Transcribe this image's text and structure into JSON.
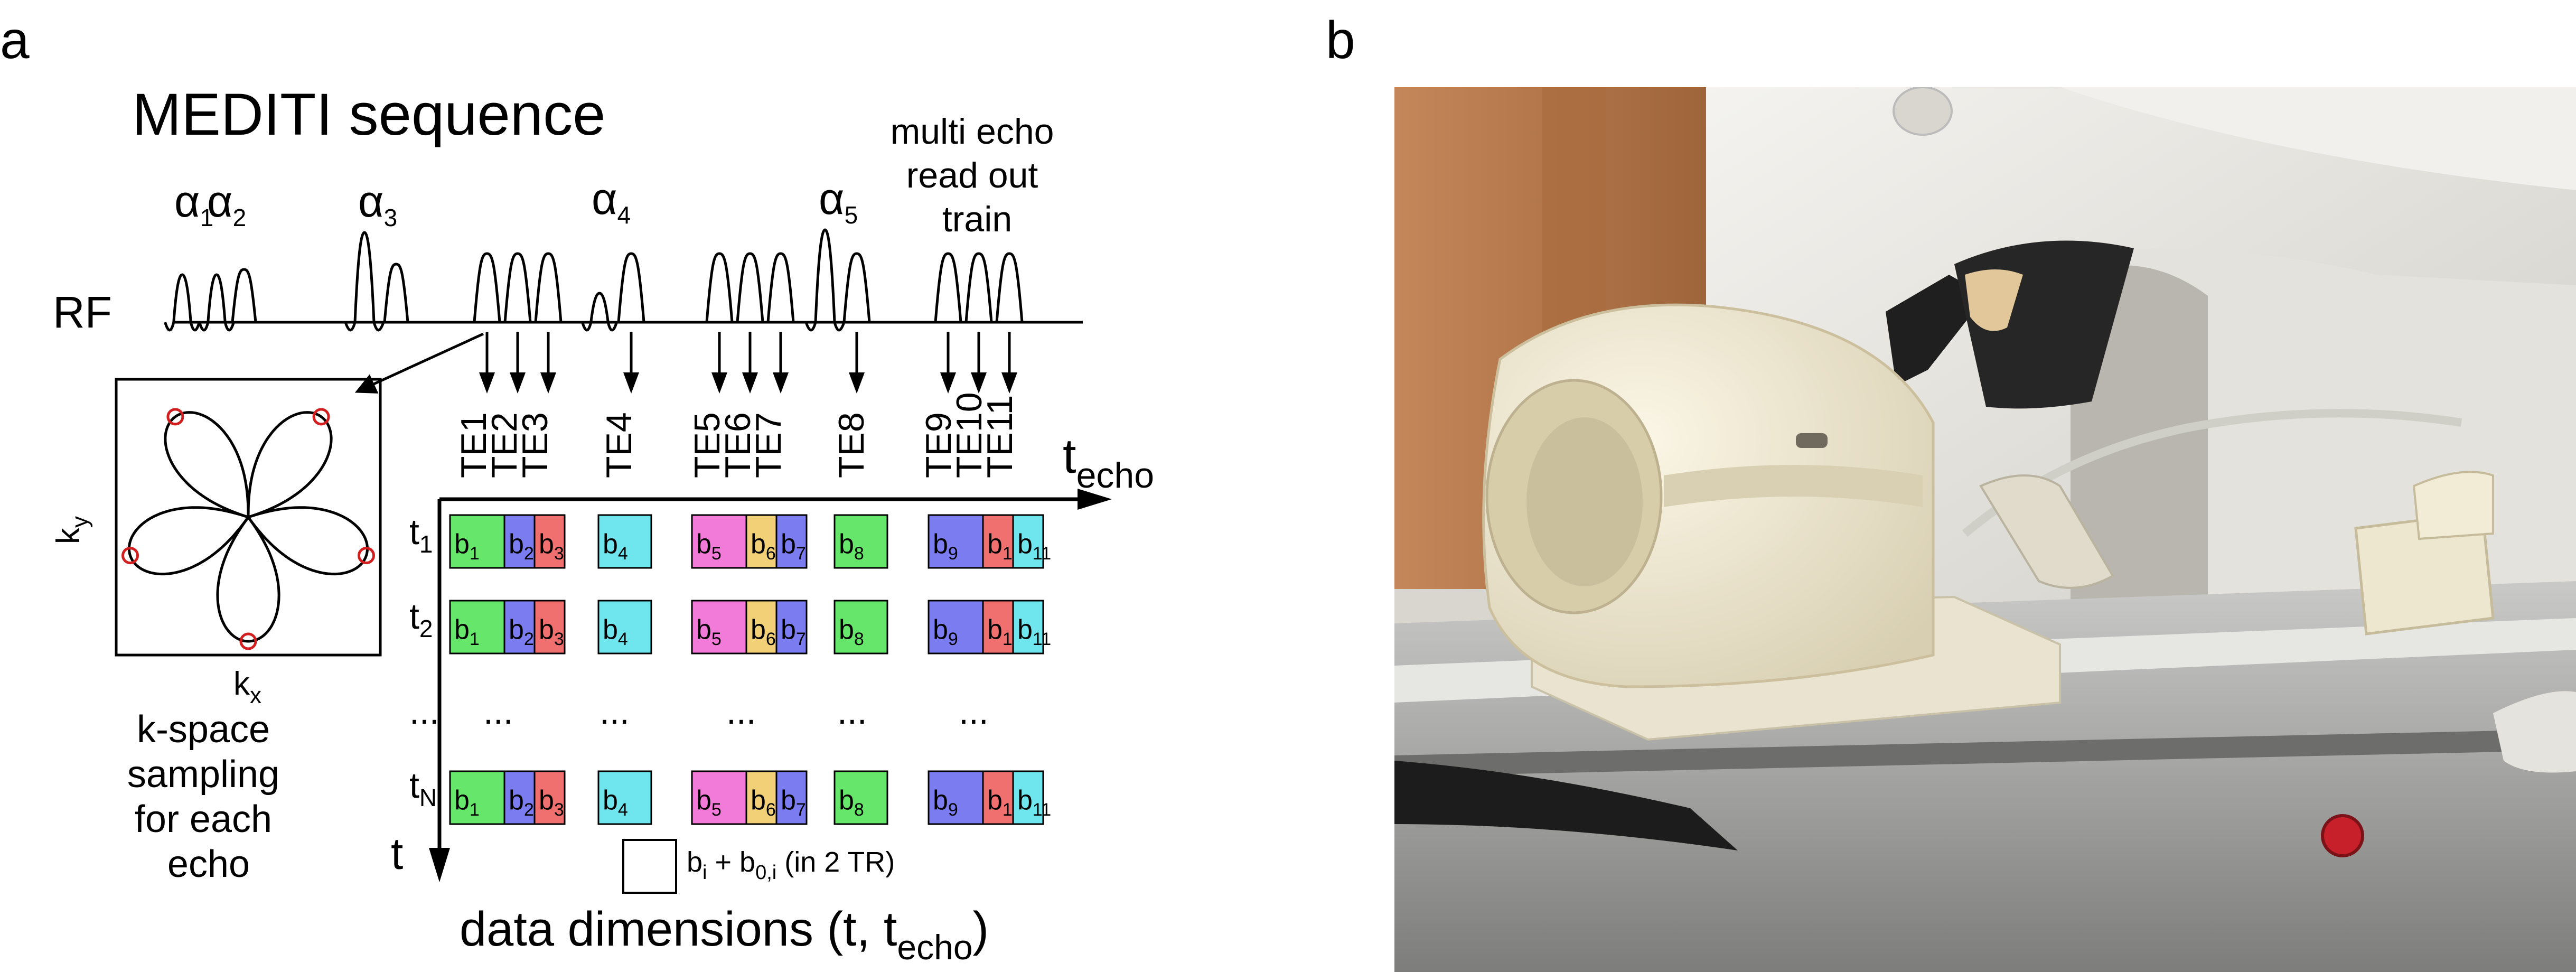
{
  "panel_a": {
    "letter": "a",
    "title": "MEDITI sequence",
    "rf_label": "RF",
    "alphas": [
      {
        "sym": "α",
        "sub": "1"
      },
      {
        "sym": "α",
        "sub": "2"
      },
      {
        "sym": "α",
        "sub": "3"
      },
      {
        "sym": "α",
        "sub": "4"
      },
      {
        "sym": "α",
        "sub": "5"
      }
    ],
    "readout_label": [
      "multi echo",
      "read out",
      "train"
    ],
    "te_labels": [
      "TE1",
      "TE2",
      "TE3",
      "TE4",
      "TE5",
      "TE6",
      "TE7",
      "TE8",
      "TE9",
      "TE10",
      "TE11"
    ],
    "t_echo_axis": {
      "main": "t",
      "sub": "echo"
    },
    "t_axis": "t",
    "rows": [
      {
        "main": "t",
        "sub": "1"
      },
      {
        "main": "t",
        "sub": "2"
      },
      {
        "main": "t",
        "sub": "N"
      }
    ],
    "ellipsis": "...",
    "cells": [
      {
        "main": "b",
        "sub": "1",
        "color": "#66e66a"
      },
      {
        "main": "b",
        "sub": "2",
        "color": "#7b7cf0"
      },
      {
        "main": "b",
        "sub": "3",
        "color": "#f07070"
      },
      {
        "main": "b",
        "sub": "4",
        "color": "#6fe6ee"
      },
      {
        "main": "b",
        "sub": "5",
        "color": "#f27ad8"
      },
      {
        "main": "b",
        "sub": "6",
        "color": "#f2d078"
      },
      {
        "main": "b",
        "sub": "7",
        "color": "#7b7cf0"
      },
      {
        "main": "b",
        "sub": "8",
        "color": "#66e66a"
      },
      {
        "main": "b",
        "sub": "9",
        "color": "#7b7cf0"
      },
      {
        "main": "b",
        "sub": "1",
        "color": "#f07070"
      },
      {
        "main": "b",
        "sub": "11",
        "color": "#6fe6ee"
      }
    ],
    "legend": {
      "main": "b",
      "sub1": "i",
      "plus": " + b",
      "sub2": "0,i",
      "tail": " (in 2 TR)"
    },
    "kspace": {
      "ky": {
        "main": "k",
        "sub": "y"
      },
      "kx": {
        "main": "k",
        "sub": "x"
      },
      "caption": [
        "k-space",
        "sampling",
        "for each",
        "echo"
      ]
    },
    "footer": {
      "main": "data dimensions (t, t",
      "sub": "echo",
      "tail": ")"
    }
  },
  "panel_b": {
    "letter": "b",
    "photo_subject": "mri-coil-photo",
    "colors": {
      "wall": "#b87a4a",
      "scanner": "#e7e5df",
      "coil": "#ece4cc",
      "rail": "#9a9a98"
    }
  }
}
